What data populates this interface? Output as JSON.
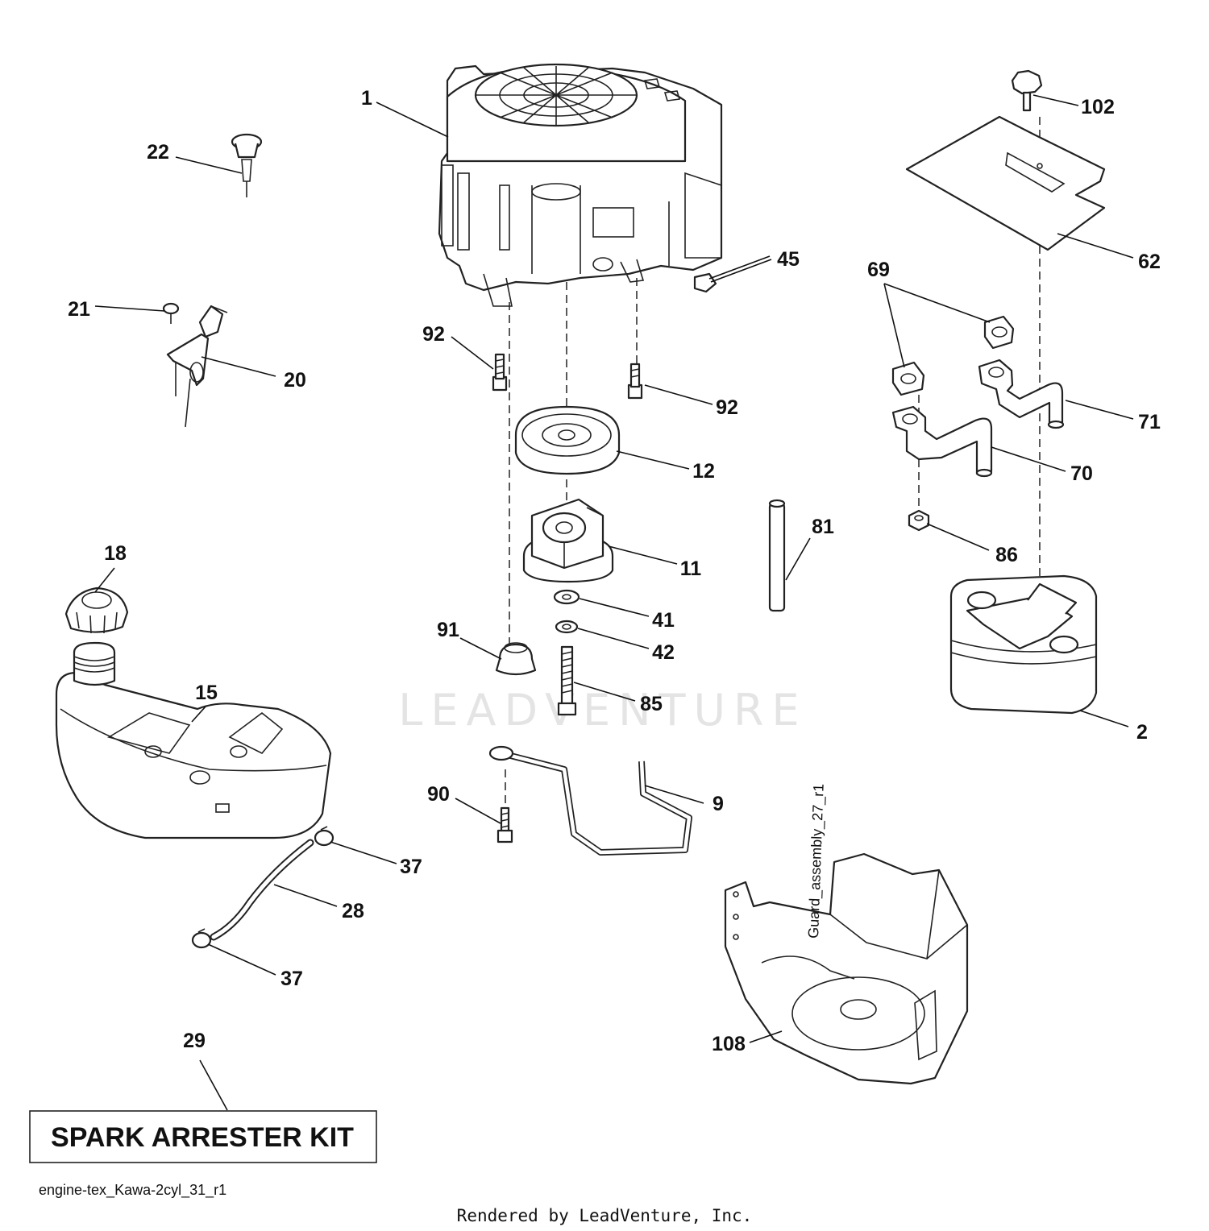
{
  "callouts": {
    "c1": "1",
    "c22": "22",
    "c21": "21",
    "c20": "20",
    "c92a": "92",
    "c92b": "92",
    "c45": "45",
    "c102": "102",
    "c62": "62",
    "c69": "69",
    "c71": "71",
    "c70": "70",
    "c12": "12",
    "c11": "11",
    "c81": "81",
    "c86": "86",
    "c18": "18",
    "c15": "15",
    "c91": "91",
    "c41": "41",
    "c42": "42",
    "c85": "85",
    "c2": "2",
    "c90": "90",
    "c9": "9",
    "c37a": "37",
    "c28": "28",
    "c37b": "37",
    "c29": "29",
    "c108": "108"
  },
  "watermark": "LEADVENTURE",
  "kit_label": "SPARK ARRESTER KIT",
  "diagram_code": "engine-tex_Kawa-2cyl_31_r1",
  "rendered_by": "Rendered by LeadVenture, Inc.",
  "guard_stamp": "Guard_assembly_27_r1"
}
